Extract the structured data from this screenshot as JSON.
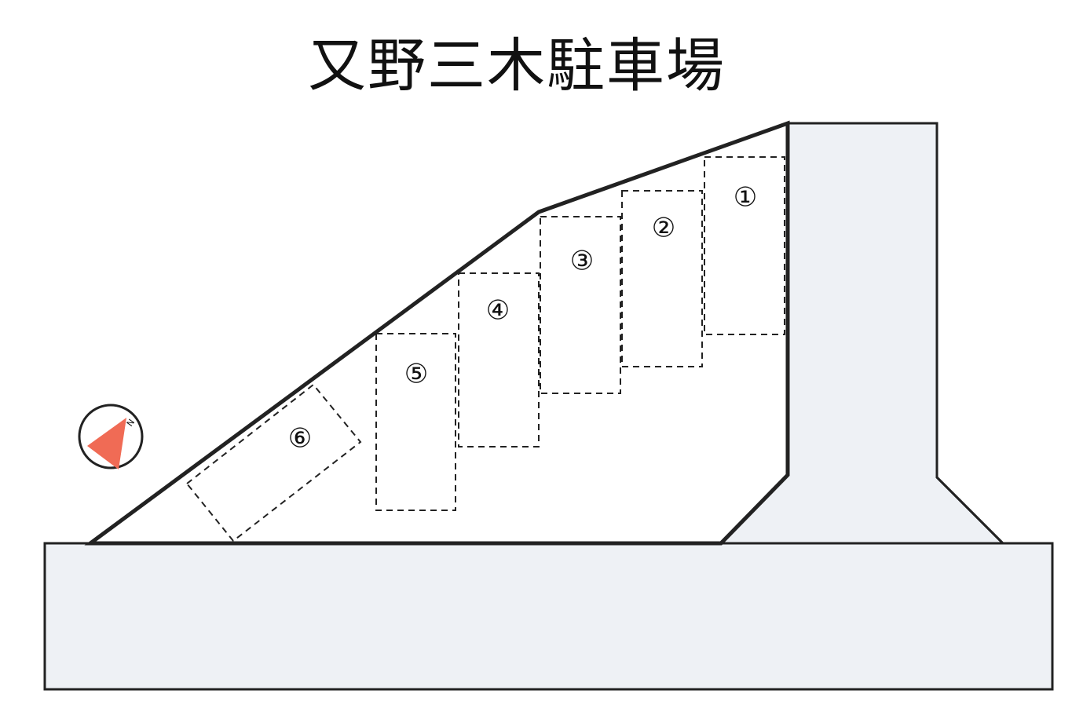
{
  "title": "又野三木駐車場",
  "spaces": [
    {
      "number": "1",
      "label": "①"
    },
    {
      "number": "2",
      "label": "②"
    },
    {
      "number": "3",
      "label": "③"
    },
    {
      "number": "4",
      "label": "④"
    },
    {
      "number": "5",
      "label": "⑤"
    },
    {
      "number": "6",
      "label": "⑥"
    }
  ],
  "compass": {
    "icon": "north-arrow-icon",
    "label": "N",
    "color": "#f06b55"
  },
  "colors": {
    "road": "#eef1f5",
    "lot_outline": "#222222"
  }
}
